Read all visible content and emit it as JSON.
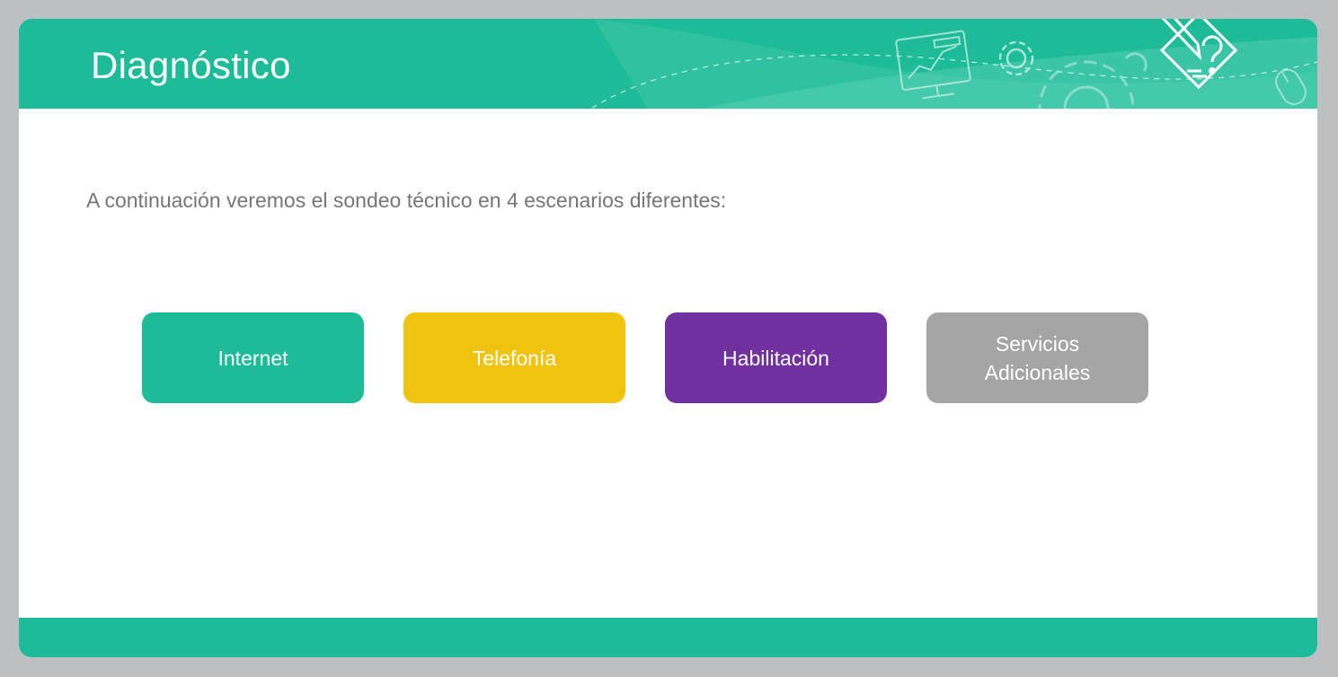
{
  "header": {
    "title": "Diagnóstico",
    "decoration_icons": [
      "presentation-screen-icon",
      "gear-icon",
      "large-gear-icon",
      "diagnostic-diamond-icon",
      "mouse-icon"
    ]
  },
  "intro": {
    "text": "A continuación veremos el sondeo técnico en 4 escenarios diferentes:"
  },
  "options": [
    {
      "label": "Internet",
      "color": "#1dbb98"
    },
    {
      "label": "Telefonía",
      "color": "#f0c30f"
    },
    {
      "label": "Habilitación",
      "color": "#7030a0"
    },
    {
      "label": "Servicios\nAdicionales",
      "color": "#a5a5a5"
    }
  ],
  "colors": {
    "brand": "#1dbb98",
    "background": "#bdc0c3",
    "text_muted": "#767676"
  }
}
